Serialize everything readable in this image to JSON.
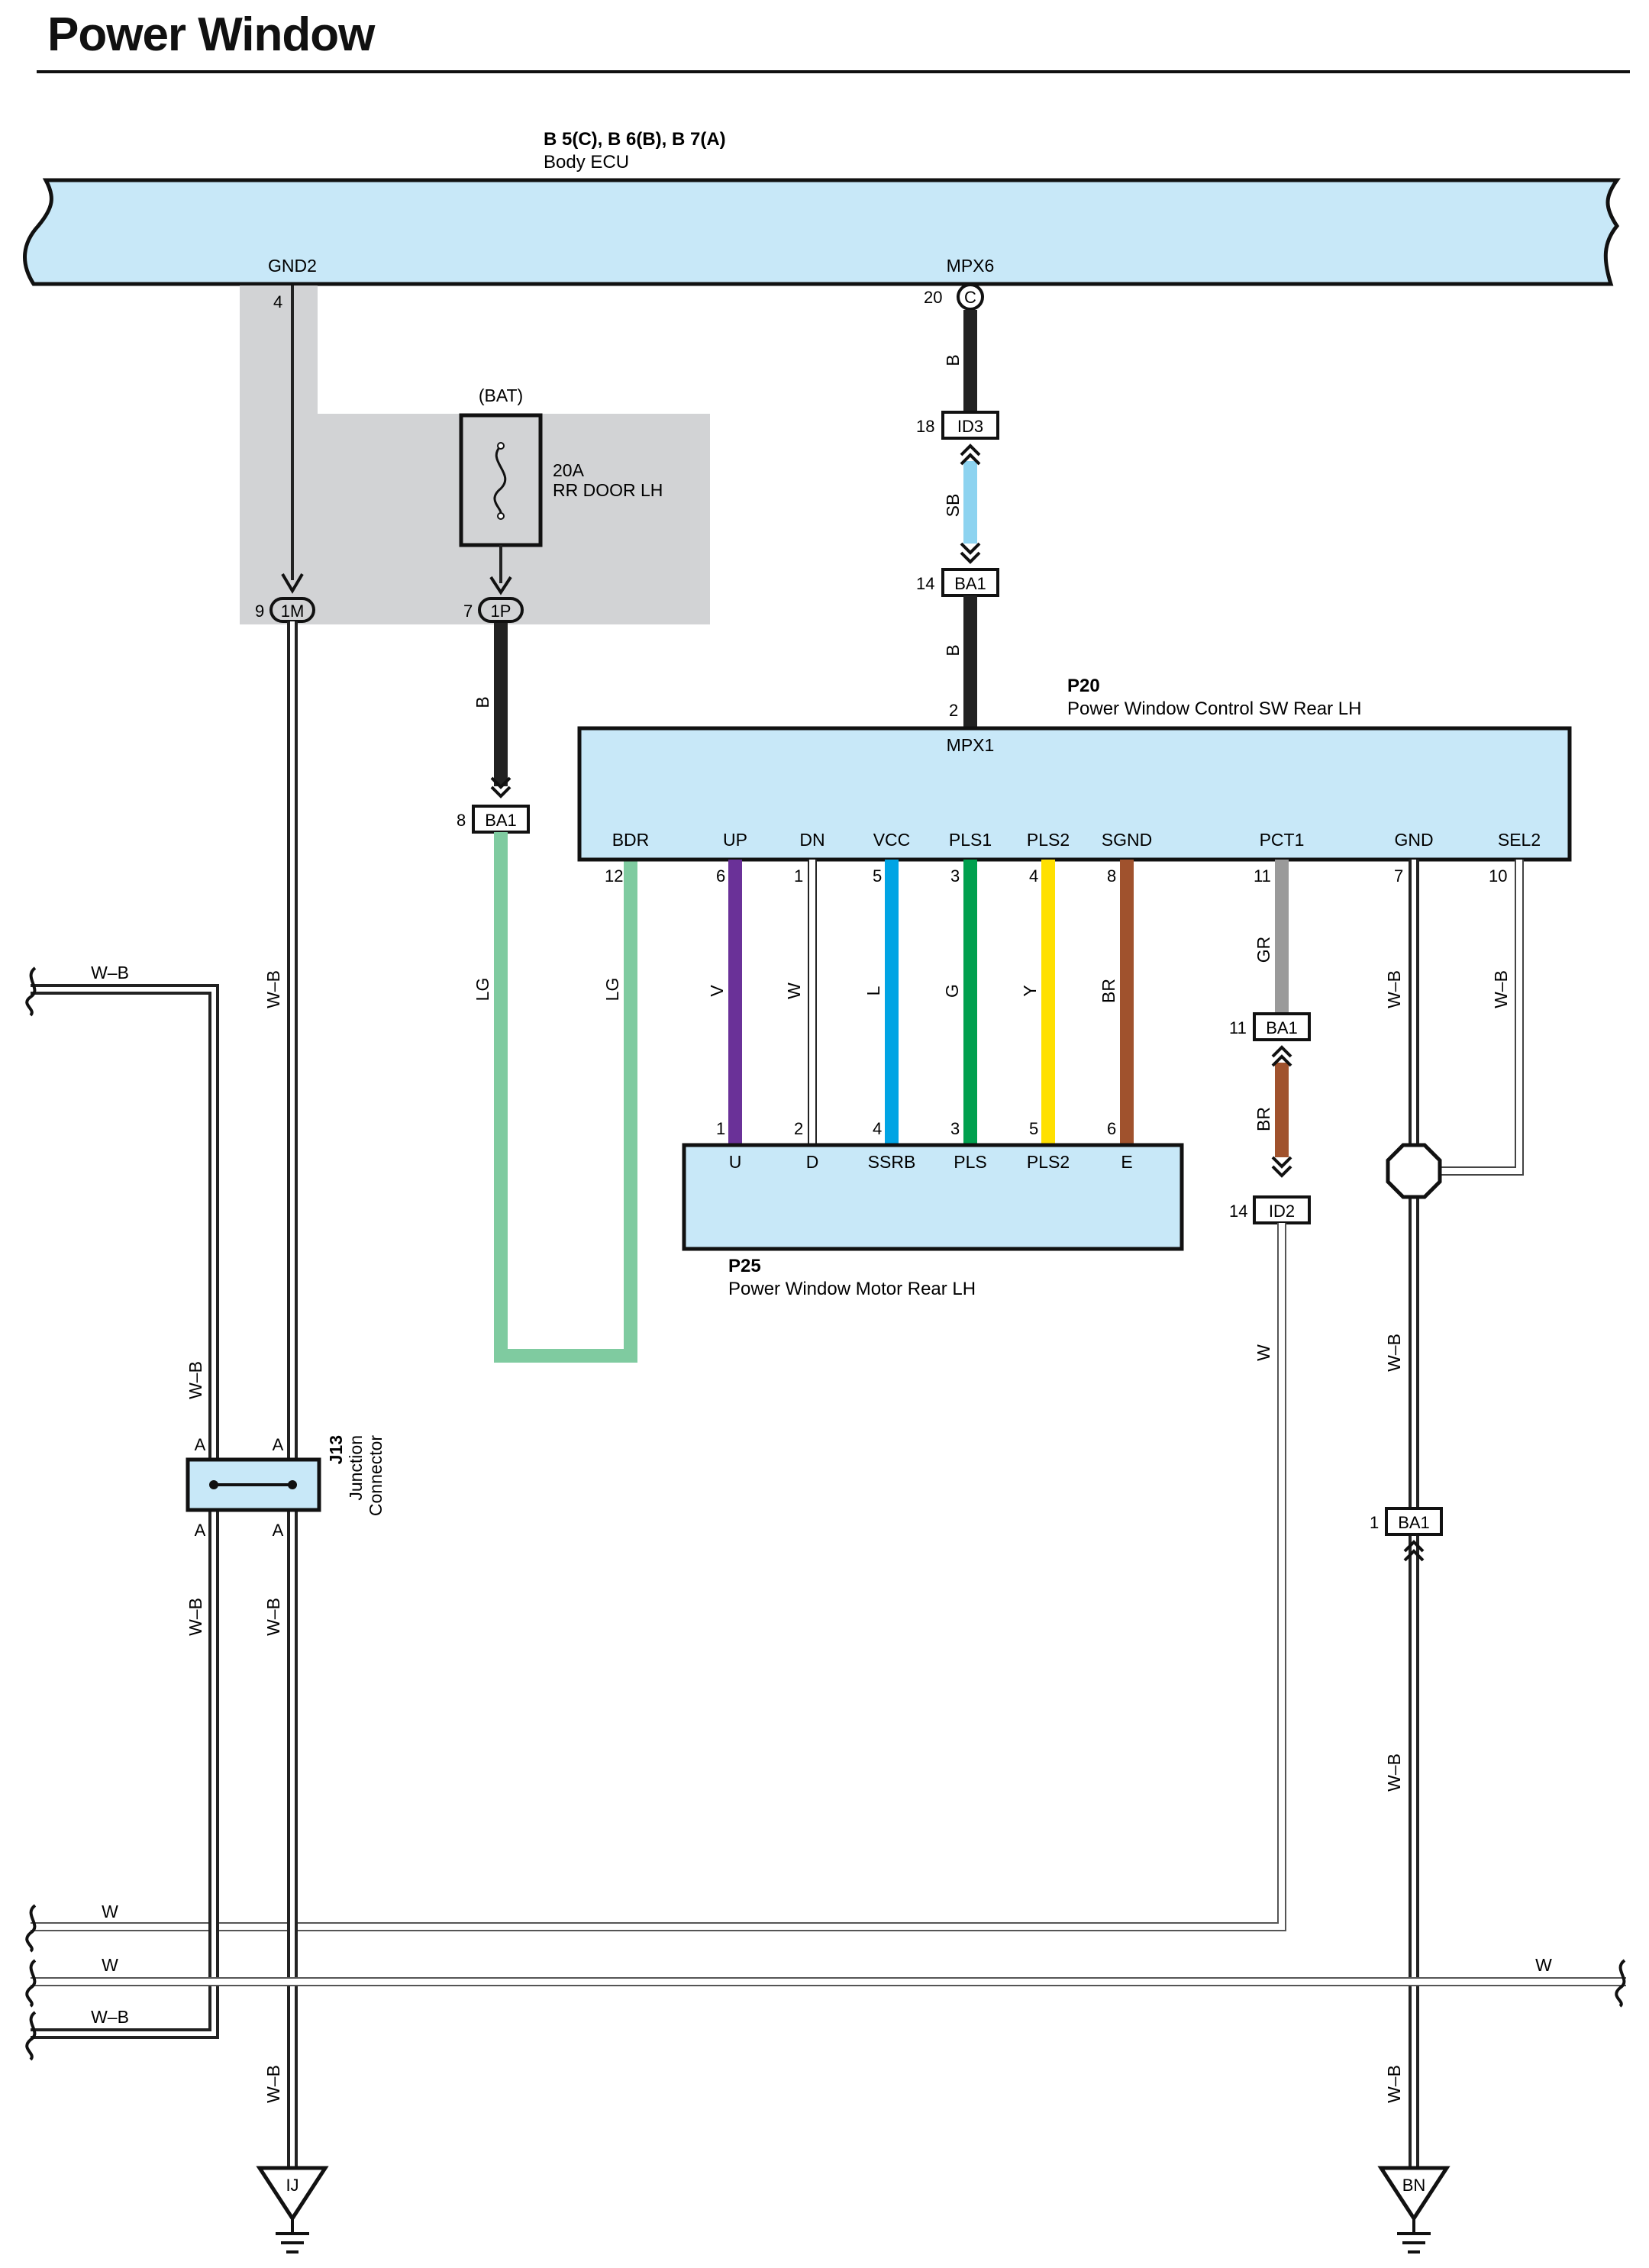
{
  "title": "Power Window",
  "components": {
    "body_ecu": {
      "ref": "B 5(C), B 6(B), B 7(A)",
      "name": "Body ECU",
      "pins": {
        "gnd2": "GND2",
        "mpx6": "MPX6"
      }
    },
    "fuse": {
      "supply": "(BAT)",
      "rating": "20A",
      "name": "RR DOOR LH"
    },
    "p20": {
      "ref": "P20",
      "name": "Power Window Control SW Rear LH",
      "pins": {
        "mpx1": "MPX1",
        "bdr": "BDR",
        "up": "UP",
        "dn": "DN",
        "vcc": "VCC",
        "pls1": "PLS1",
        "pls2": "PLS2",
        "sgnd": "SGND",
        "pct1": "PCT1",
        "gnd": "GND",
        "sel2": "SEL2"
      }
    },
    "p25": {
      "ref": "P25",
      "name": "Power Window Motor Rear LH",
      "pins": {
        "u": "U",
        "d": "D",
        "ssrb": "SSRB",
        "pls": "PLS",
        "pls2": "PLS2",
        "e": "E"
      }
    },
    "j13": {
      "ref": "J13",
      "line1": "Junction",
      "line2": "Connector",
      "pin": "A"
    },
    "ground_ij": "IJ",
    "ground_bn": "BN"
  },
  "connectors": {
    "c_ecu": "C",
    "id3": "ID3",
    "ba1": "BA1",
    "m1": "1M",
    "p1": "1P",
    "id2": "ID2"
  },
  "pin_numbers": {
    "ecu_gnd2": "4",
    "ecu_mpx6": "20",
    "id3": "18",
    "ba1_top": "14",
    "p20_mpx1": "2",
    "m1": "9",
    "p1": "7",
    "ba1_fuse": "8",
    "p20_bdr": "12",
    "p20_up": "6",
    "p20_dn": "1",
    "p20_vcc": "5",
    "p20_pls1": "3",
    "p20_pls2": "4",
    "p20_sgnd": "8",
    "p20_pct1": "11",
    "p20_gnd": "7",
    "p20_sel2": "10",
    "p25_u": "1",
    "p25_d": "2",
    "p25_ssrb": "4",
    "p25_pls": "3",
    "p25_pls2": "5",
    "p25_e": "6",
    "ba1_pct": "11",
    "id2": "14",
    "ba1_gnd": "1"
  },
  "wire_colors": {
    "b": "B",
    "sb": "SB",
    "lg": "LG",
    "v": "V",
    "w": "W",
    "l": "L",
    "g": "G",
    "y": "Y",
    "br": "BR",
    "gr": "GR",
    "wb": "W–B"
  },
  "colors": {
    "component_fill": "#c8e8f8",
    "shade": "#d2d3d5",
    "black": "#222222",
    "sky_blue": "#8dd3f0",
    "light_green": "#7fcba0",
    "violet": "#6a3198",
    "blue": "#00a4e4",
    "green": "#00a04e",
    "yellow": "#ffe000",
    "brown": "#a0522d",
    "gray": "#9a9a9a"
  }
}
